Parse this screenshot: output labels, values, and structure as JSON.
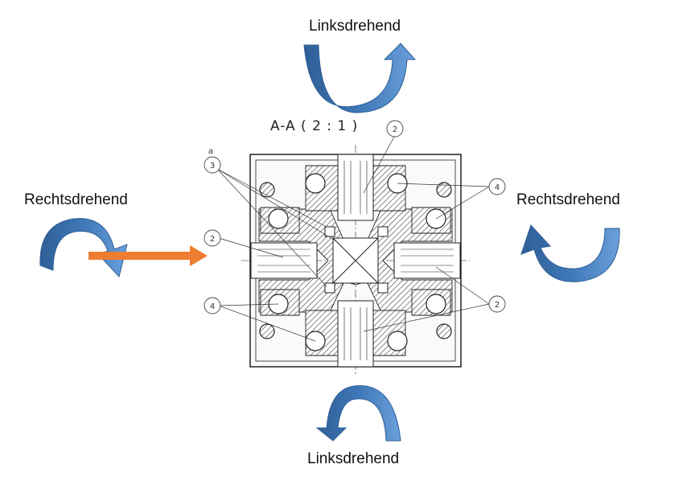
{
  "labels": {
    "top": "Linksdrehend",
    "left": "Rechtsdrehend",
    "right": "Rechtsdrehend",
    "bottom": "Linksdrehend"
  },
  "section_title": "A-A ( 2 : 1 )",
  "callouts": {
    "c3": "3",
    "c3_mark": "a",
    "c2_top": "2",
    "c4_right": "4",
    "c2_left": "2",
    "c4_left": "4",
    "c2_right": "2"
  },
  "colors": {
    "rotation_arrow": "#4f86c6",
    "rotation_arrow_dark": "#2f5f96",
    "input_arrow": "#ed7d31"
  },
  "icons": {
    "rotation_arrow": "curved-rotation-arrow",
    "input_arrow": "straight-right-arrow"
  }
}
